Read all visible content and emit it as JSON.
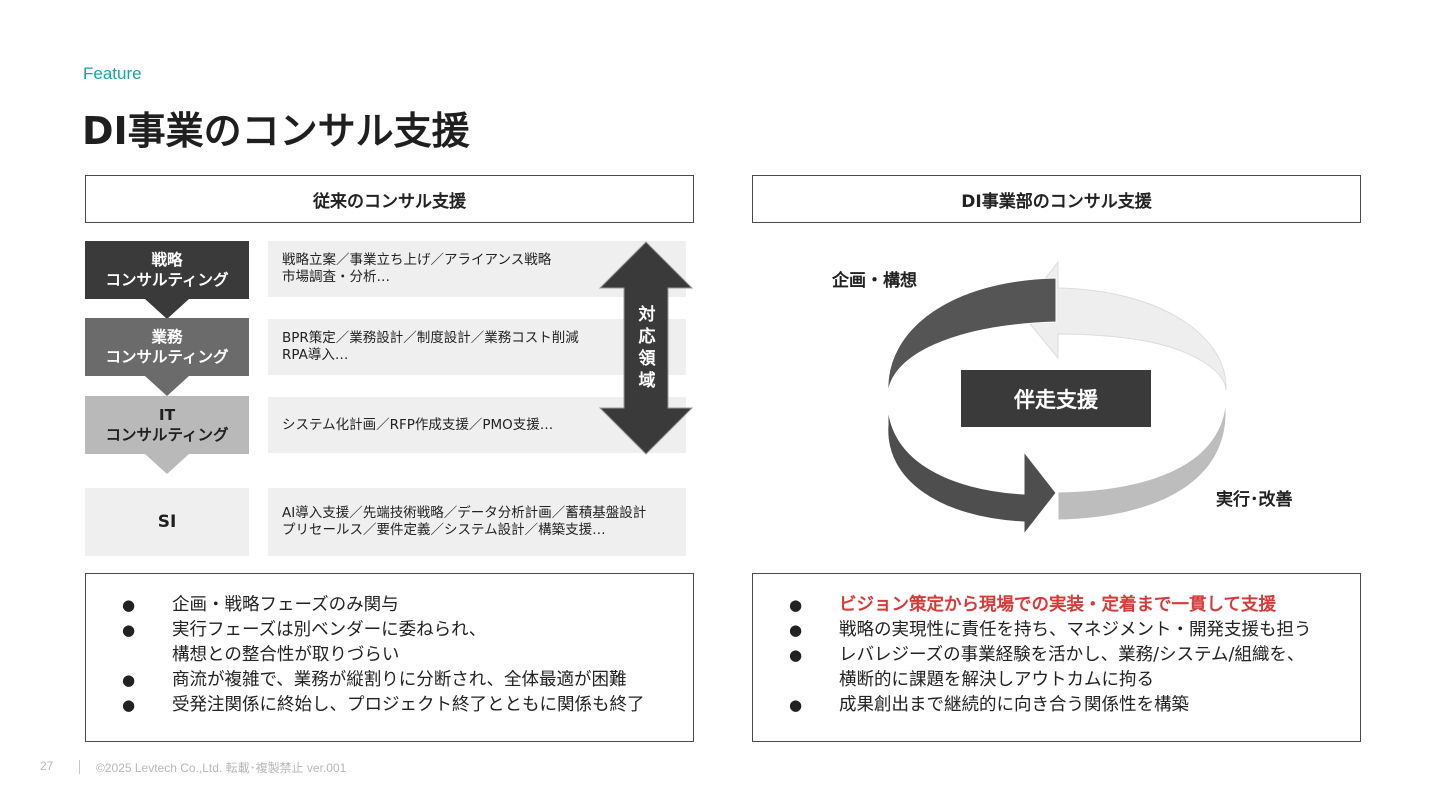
{
  "header": {
    "eyebrow": "Feature",
    "title": "DI事業のコンサル支援"
  },
  "left": {
    "heading": "従来のコンサル支援",
    "stages": [
      {
        "line1": "戦略",
        "line2": "コンサルティング",
        "color": "#3a3a3a",
        "text_color": "#ffffff",
        "desc1": "戦略立案／事業立ち上げ／アライアンス戦略",
        "desc2": "市場調査・分析…"
      },
      {
        "line1": "業務",
        "line2": "コンサルティング",
        "color": "#6b6b6b",
        "text_color": "#ffffff",
        "desc1": "BPR策定／業務設計／制度設計／業務コスト削減",
        "desc2": "RPA導入…"
      },
      {
        "line1": "IT",
        "line2": "コンサルティング",
        "color": "#b9b9b9",
        "text_color": "#1f1f1f",
        "desc1": "システム化計画／RFP作成支援／PMO支援…",
        "desc2": ""
      },
      {
        "line1": "SI",
        "line2": "",
        "color": "#efefef",
        "text_color": "#1f1f1f",
        "desc1": "AI導入支援／先端技術戦略／データ分析計画／蓄積基盤設計",
        "desc2": "プリセールス／要件定義／システム設計／構築支援…"
      }
    ],
    "scope_label": "対応領域",
    "bullets": [
      {
        "text": "企画・戦略フェーズのみ関与"
      },
      {
        "text": "実行フェーズは別ベンダーに委ねられ、",
        "cont": "構想との整合性が取りづらい"
      },
      {
        "text": "商流が複雑で、業務が縦割りに分断され、全体最適が困難"
      },
      {
        "text": "受発注関係に終始し、プロジェクト終了とともに関係も終了"
      }
    ]
  },
  "right": {
    "heading": "DI事業部のコンサル支援",
    "label_plan": "企画・構想",
    "label_exec": "実行･改善",
    "center": "伴走支援",
    "bullets": [
      {
        "text": "ビジョン策定から現場での実装・定着まで一貫して支援",
        "highlight": true
      },
      {
        "text": "戦略の実現性に責任を持ち、マネジメント・開発支援も担う"
      },
      {
        "text": "レバレジーズの事業経験を活かし、業務/システム/組織を、",
        "cont": "横断的に課題を解決しアウトカムに拘る"
      },
      {
        "text": "成果創出まで継続的に向き合う関係性を構築"
      }
    ]
  },
  "footer": {
    "page": "27",
    "copyright": "©2025 Levtech Co.,Ltd.  転載･複製禁止 ver.001"
  },
  "colors": {
    "accent": "#13a5a8",
    "highlight": "#d83a3a",
    "dark": "#3a3a3a"
  }
}
